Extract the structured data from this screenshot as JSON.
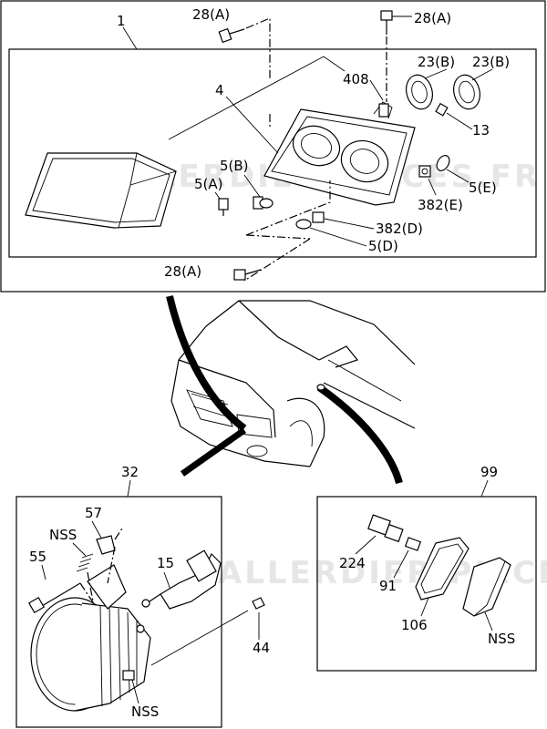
{
  "watermarks": {
    "top": "BALLERDIER-PIECES.FR",
    "bottom": "BALLERDIER-PIECES"
  },
  "headlamp_group": {
    "label": "1",
    "parts": {
      "screw_top_left": "28(A)",
      "screw_top_right": "28(A)",
      "housing": "4",
      "part_408": "408",
      "socket_23b_left": "23(B)",
      "socket_23b_right": "23(B)",
      "part_13": "13",
      "bulb_5b": "5(B)",
      "bulb_5a": "5(A)",
      "bulb_5e": "5(E)",
      "socket_382e": "382(E)",
      "socket_382d": "382(D)",
      "bulb_5d": "5(D)",
      "screw_bottom": "28(A)"
    }
  },
  "fog_lamp_group": {
    "label": "32",
    "parts": {
      "part_57": "57",
      "nss_top": "NSS",
      "part_55": "55",
      "bulb_15": "15",
      "nut_44": "44",
      "nss_bottom": "NSS"
    }
  },
  "side_marker_group": {
    "label": "99",
    "parts": {
      "socket_224": "224",
      "bulb_91": "91",
      "gasket_106": "106",
      "nss": "NSS"
    }
  }
}
